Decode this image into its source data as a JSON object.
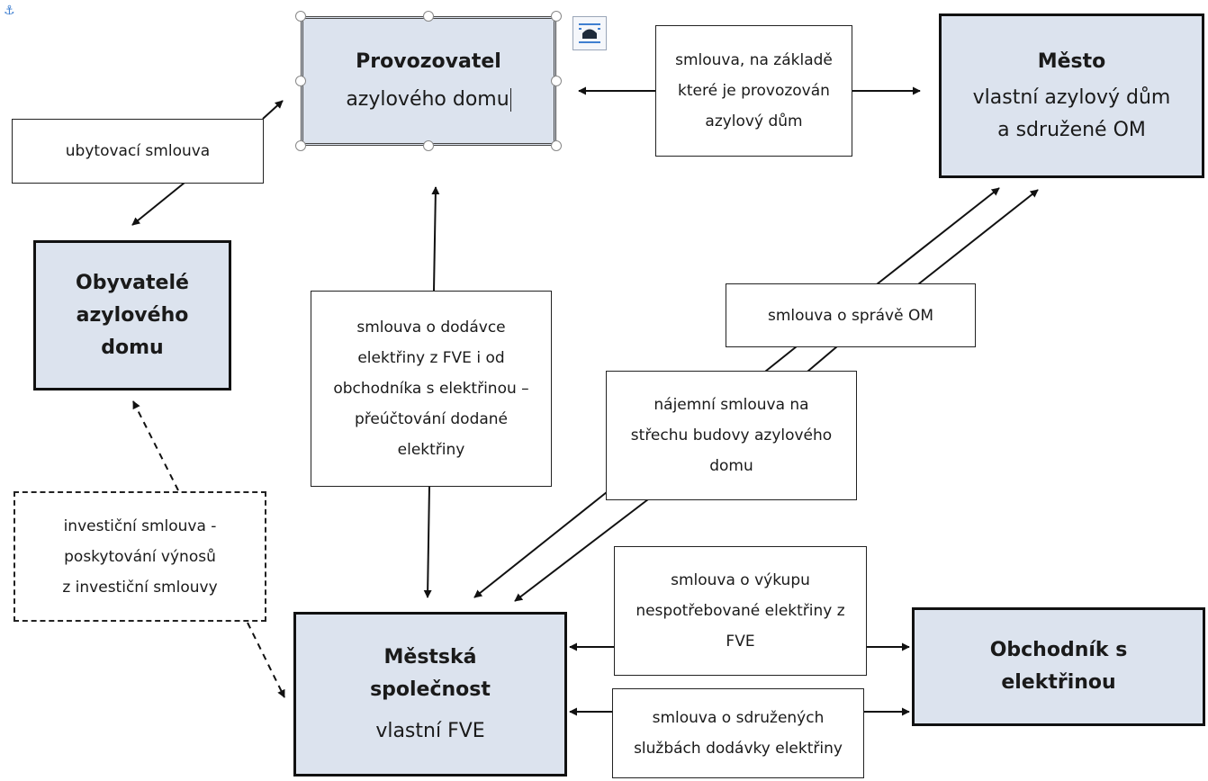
{
  "entities": {
    "provozovatel": {
      "title": "Provozovatel",
      "subtitle": "azylového domu"
    },
    "mesto": {
      "title": "Město",
      "subtitle_line1": "vlastní azylový dům",
      "subtitle_line2": "a sdružené OM"
    },
    "obyvatele": {
      "line1": "Obyvatelé",
      "line2": "azylového",
      "line3": "domu"
    },
    "mestska_spolecnost": {
      "title_line1": "Městská",
      "title_line2": "společnost",
      "subtitle": "vlastní FVE"
    },
    "obchodnik": {
      "line1": "Obchodník s",
      "line2": "elektřinou"
    }
  },
  "contracts": {
    "provoz": {
      "line1": "smlouva, na základě",
      "line2": "které je provozován",
      "line3": "azylový dům"
    },
    "ubytovaci": {
      "line1": "ubytovací smlouva"
    },
    "dodavka": {
      "line1": "smlouva o dodávce",
      "line2": "elektřiny z FVE i od",
      "line3": "obchodníka s elektřinou –",
      "line4": "přeúčtování dodané",
      "line5": "elektřiny"
    },
    "sprava_om": {
      "line1": "smlouva o správě OM"
    },
    "najemni": {
      "line1": "nájemní smlouva na",
      "line2": "střechu budovy azylového",
      "line3": "domu"
    },
    "investicni": {
      "line1": "investiční smlouva -",
      "line2": "poskytování výnosů",
      "line3": "z investiční smlouvy"
    },
    "vykup": {
      "line1": "smlouva o výkupu",
      "line2": "nespotřebované elektřiny z",
      "line3": "FVE"
    },
    "sdruzene": {
      "line1": "smlouva o sdružených",
      "line2": "službách dodávky elektřiny"
    }
  },
  "icons": {
    "anchor": "anchor-icon",
    "layout_options": "layout-options-icon"
  },
  "colors": {
    "entity_fill": "#dce3ee",
    "border": "#111111",
    "handle_border": "#888888",
    "accent": "#3f7fd0"
  }
}
